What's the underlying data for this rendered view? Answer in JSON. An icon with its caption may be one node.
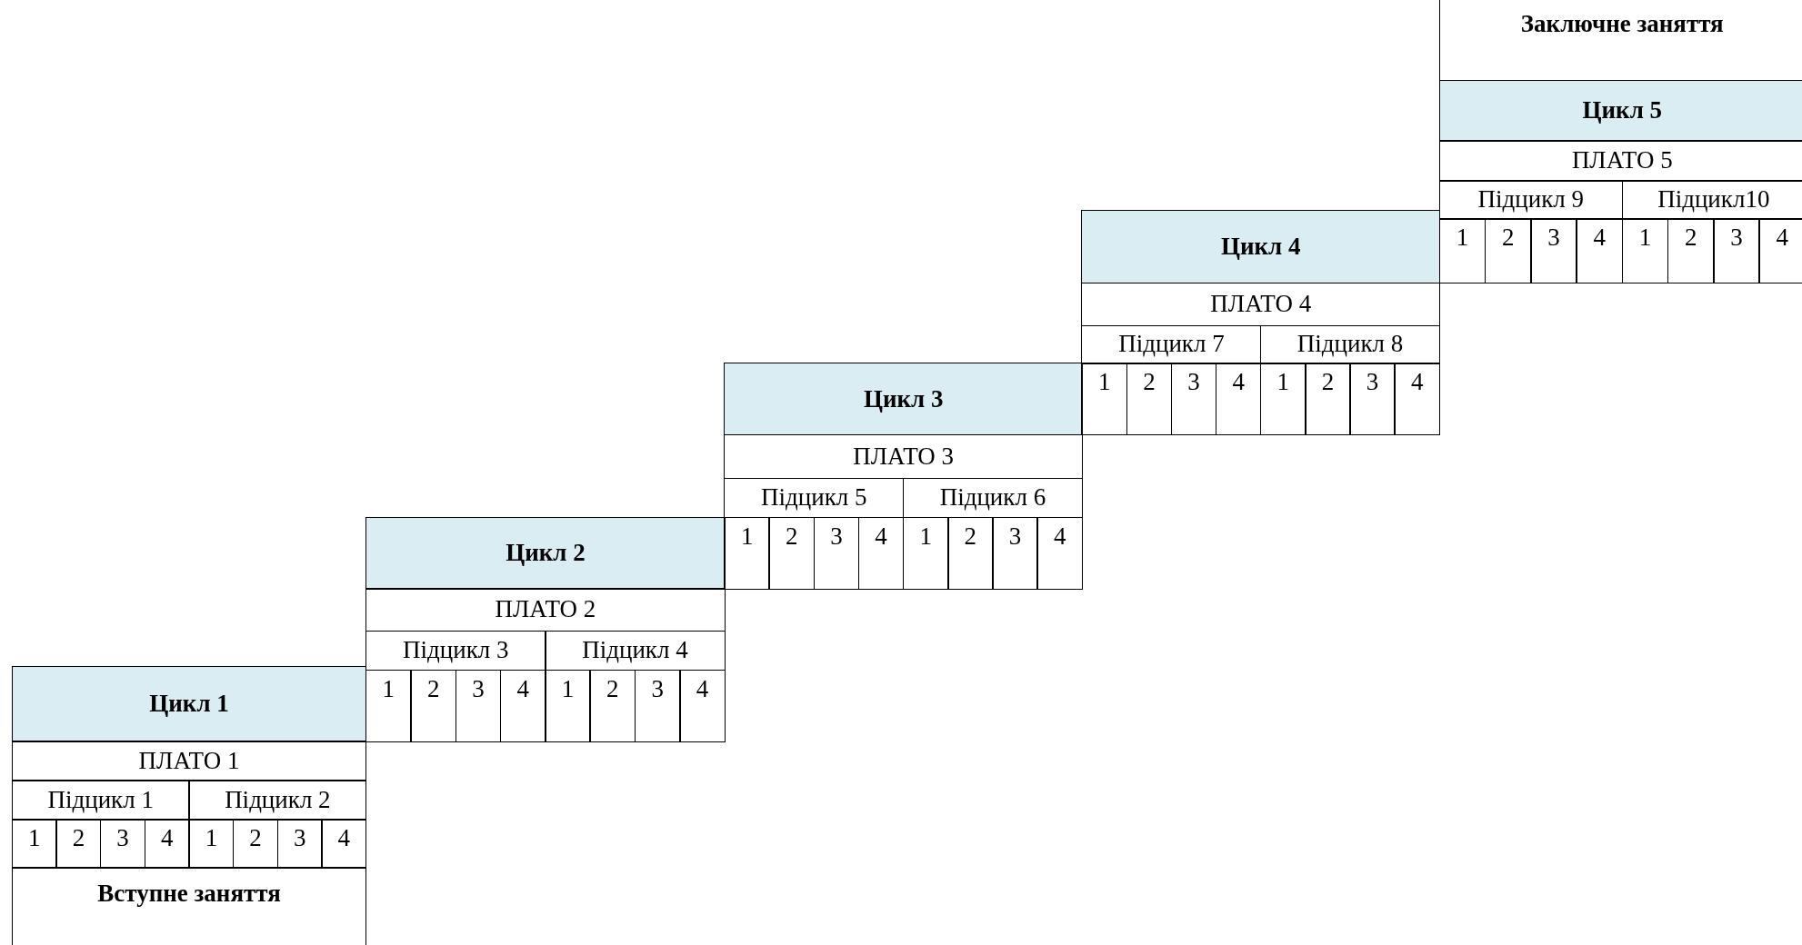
{
  "diagram": {
    "labels": [
      "Заключне заняття",
      "Цикл 5",
      "ПЛАТО 5",
      "Підцикл 9",
      "Підцикл10",
      "Цикл 4",
      "1",
      "2",
      "3",
      "4",
      "1",
      "2",
      "3",
      "4",
      "ПЛАТО 4",
      "Підцикл 7",
      "Підцикл 8",
      "Цикл 3",
      "1",
      "2",
      "3",
      "4",
      "1",
      "2",
      "3",
      "4",
      "ПЛАТО 3",
      "Підцикл 5",
      "Підцикл 6",
      "Цикл 2",
      "1",
      "2",
      "3",
      "4",
      "1",
      "2",
      "3",
      "4",
      "ПЛАТО 2",
      "Підцикл 3",
      "Підцикл 4",
      "Цикл 1",
      "1",
      "2",
      "3",
      "4",
      "1",
      "2",
      "3",
      "4",
      "ПЛАТО 1",
      "Підцикл 1",
      "Підцикл 2",
      "1",
      "2",
      "3",
      "4",
      "1",
      "2",
      "3",
      "4",
      "Вступне заняття"
    ]
  }
}
